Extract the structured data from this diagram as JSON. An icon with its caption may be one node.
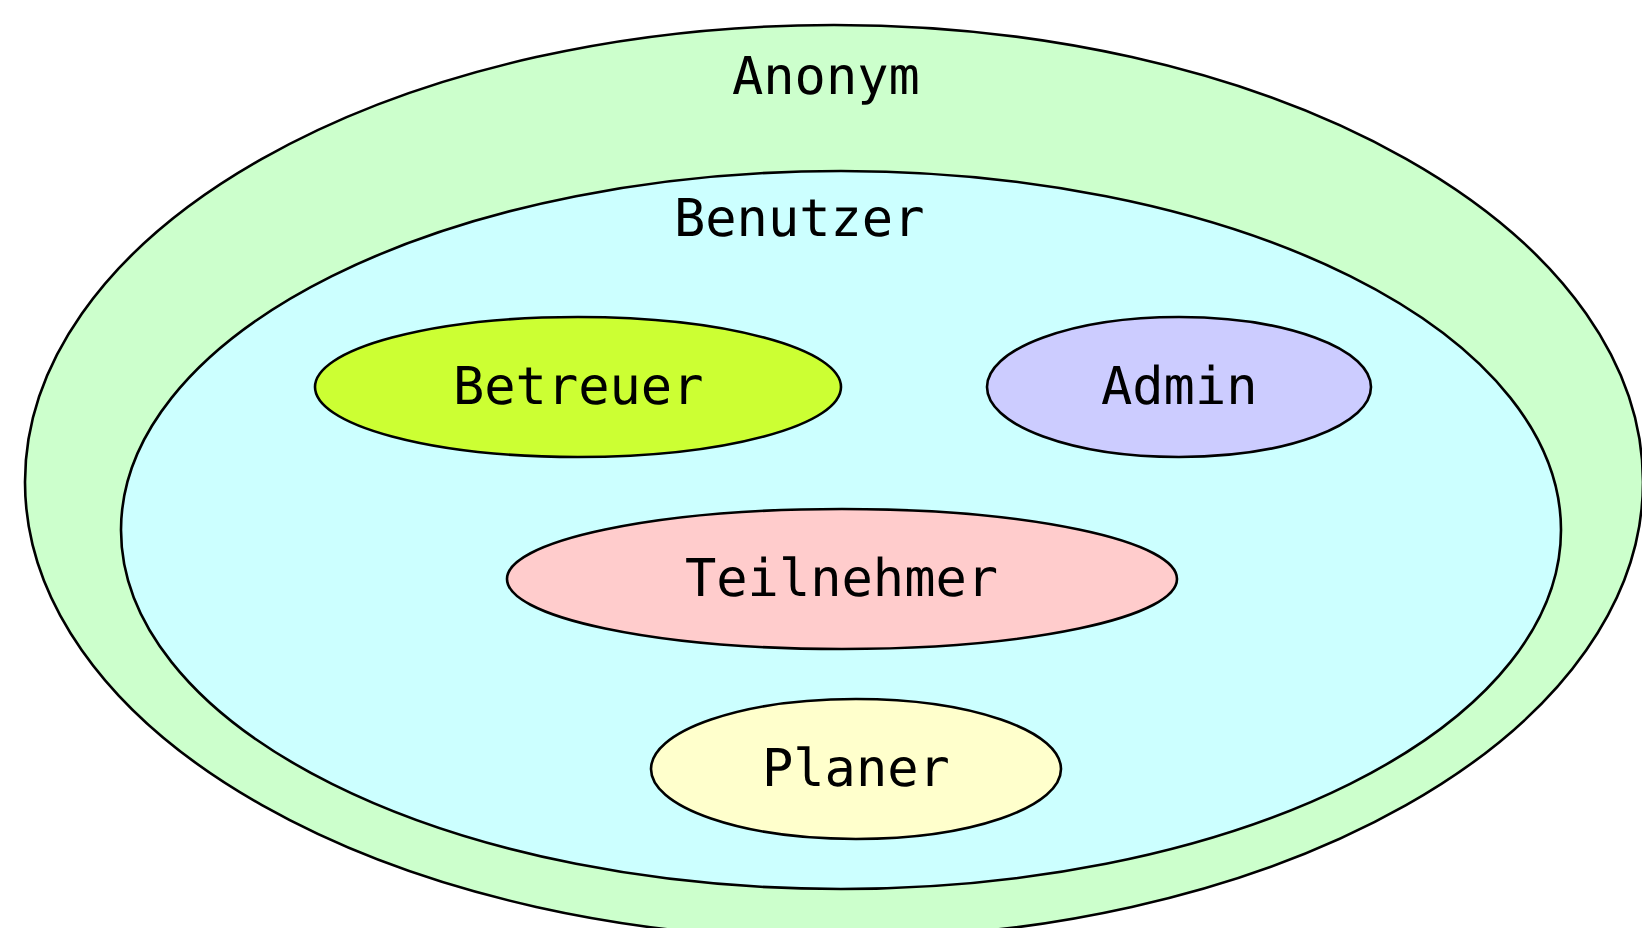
{
  "diagram": {
    "nodes": [
      {
        "text": [
          "Anonym"
        ]
      },
      {
        "text": [
          "Benutzer"
        ],
        "in": 0
      },
      {
        "text": [
          "Betreuer"
        ],
        "in": 1
      },
      {
        "text": [
          "Admin"
        ],
        "in": 1
      },
      {
        "text": [
          "Teilnehmer"
        ],
        "in": 1
      },
      {
        "text": [
          "Planer"
        ],
        "in": 1
      }
    ]
  }
}
